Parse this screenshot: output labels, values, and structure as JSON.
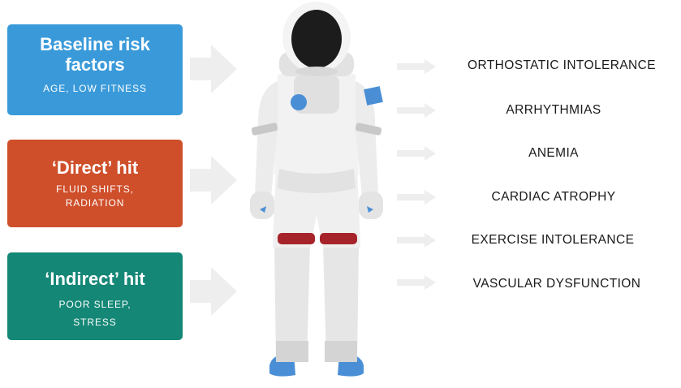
{
  "factors": [
    {
      "title": "Baseline risk factors",
      "subtitle": "AGE, LOW FITNESS",
      "color": "#3a9ad9"
    },
    {
      "title": "‘Direct’ hit",
      "subtitle_line1": "FLUID SHIFTS,",
      "subtitle_line2": "RADIATION",
      "color": "#cf4f2b"
    },
    {
      "title": "‘Indirect’ hit",
      "subtitle_line1": "POOR SLEEP,",
      "subtitle_line2": "STRESS",
      "color": "#148776"
    }
  ],
  "outcomes": [
    "ORTHOSTATIC INTOLERANCE",
    "ARRHYTHMIAS",
    "ANEMIA",
    "CARDIAC ATROPHY",
    "EXERCISE INTOLERANCE",
    "VASCULAR DYSFUNCTION"
  ],
  "colors": {
    "arrow": "#eeeeee",
    "suit": "#ededed",
    "visor": "#1c1c1c",
    "accent_blue": "#4a8fd6",
    "knee_band": "#a6232a"
  },
  "icons": [
    "astronaut-illustration",
    "right-arrow-icon"
  ]
}
